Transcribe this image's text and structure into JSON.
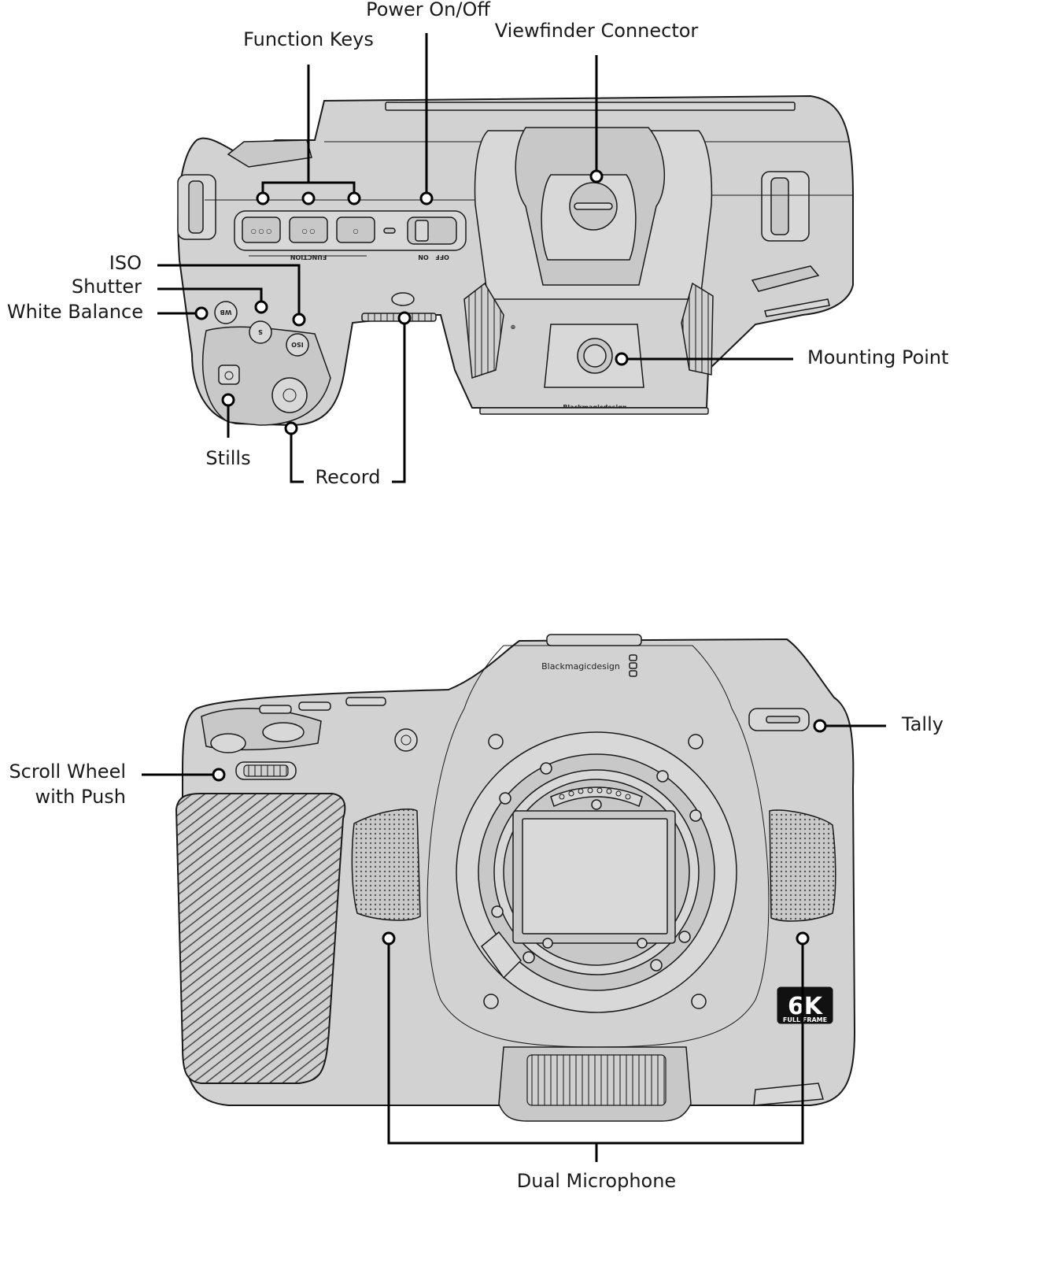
{
  "callouts": {
    "power": "Power On/Off",
    "function_keys": "Function Keys",
    "viewfinder": "Viewfinder Connector",
    "iso": "ISO",
    "shutter": "Shutter",
    "white_balance": "White Balance",
    "mounting_point": "Mounting Point",
    "stills": "Stills",
    "record": "Record",
    "tally": "Tally",
    "scroll_wheel_line1": "Scroll Wheel",
    "scroll_wheel_line2": "with Push",
    "dual_mic": "Dual Microphone"
  },
  "camera_markings": {
    "function_label": "FUNCTION",
    "off": "OFF",
    "on": "ON",
    "wb": "WB",
    "s": "S",
    "iso": "ISO",
    "brand": "Blackmagicdesign",
    "badge_main": "6K",
    "badge_sub": "FULL FRAME"
  }
}
